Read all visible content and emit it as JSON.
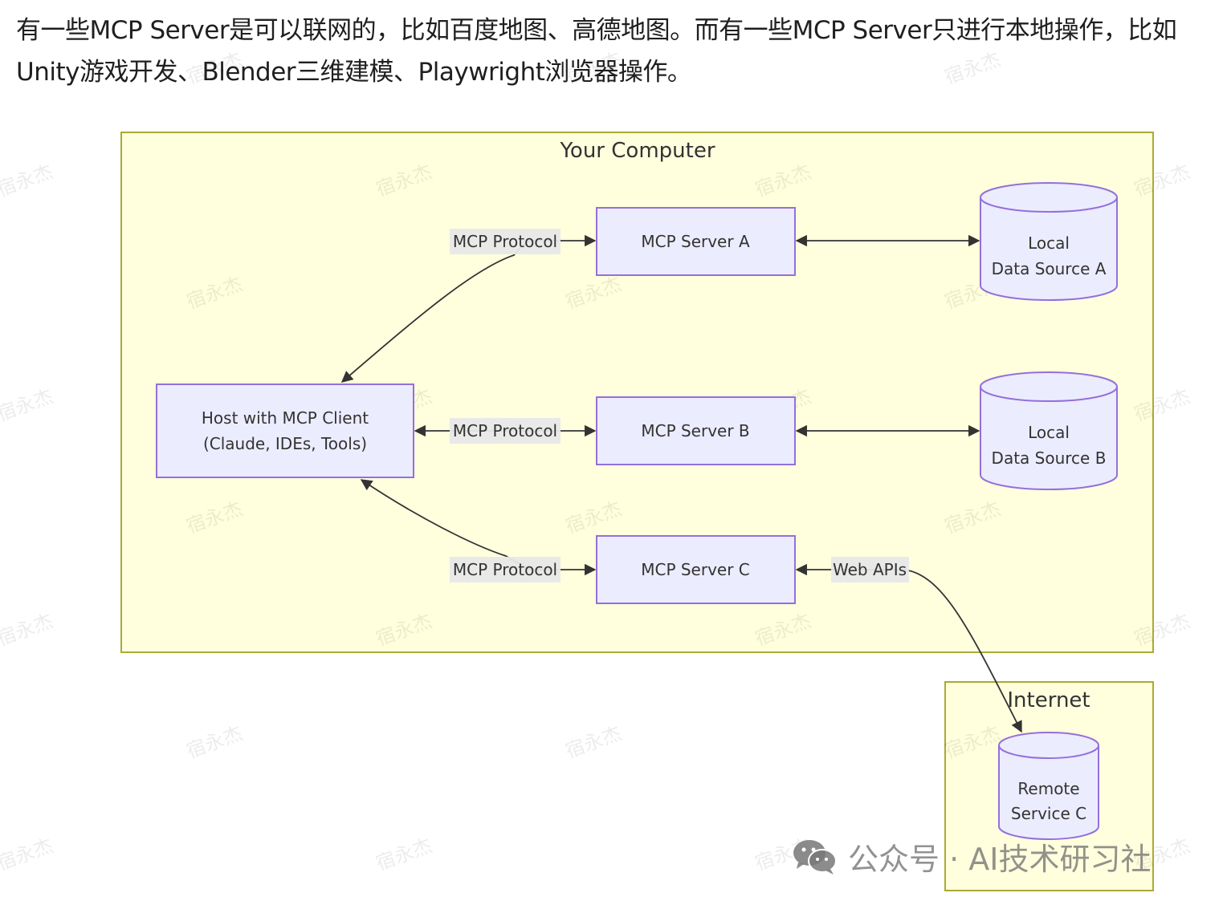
{
  "paragraph": {
    "line1": "有一些MCP Server是可以联网的，比如百度地图、高德地图。而有一些MCP Server只进行本地操作，比如",
    "line2": "Unity游戏开发、Blender三维建模、Playwright浏览器操作。"
  },
  "diagram": {
    "clusters": {
      "your_computer": "Your Computer",
      "internet": "Internet"
    },
    "nodes": {
      "host": [
        "Host with MCP Client",
        "(Claude, IDEs, Tools)"
      ],
      "server_a": "MCP Server A",
      "server_b": "MCP Server B",
      "server_c": "MCP Server C",
      "data_a": [
        "Local",
        "Data Source A"
      ],
      "data_b": [
        "Local",
        "Data Source B"
      ],
      "remote_c": [
        "Remote",
        "Service C"
      ]
    },
    "edges": {
      "host_server_a": "MCP Protocol",
      "host_server_b": "MCP Protocol",
      "host_server_c": "MCP Protocol",
      "server_c_remote": "Web APIs"
    },
    "colors": {
      "cluster_fill": "#ffffde",
      "cluster_stroke": "#aaaa33",
      "node_fill": "#ececff",
      "node_stroke": "#9370db",
      "edge": "#333333"
    }
  },
  "watermark": {
    "text": "宿永杰"
  },
  "footer": {
    "brand": "公众号 · AI技术研习社",
    "icon": "wechat-icon"
  }
}
